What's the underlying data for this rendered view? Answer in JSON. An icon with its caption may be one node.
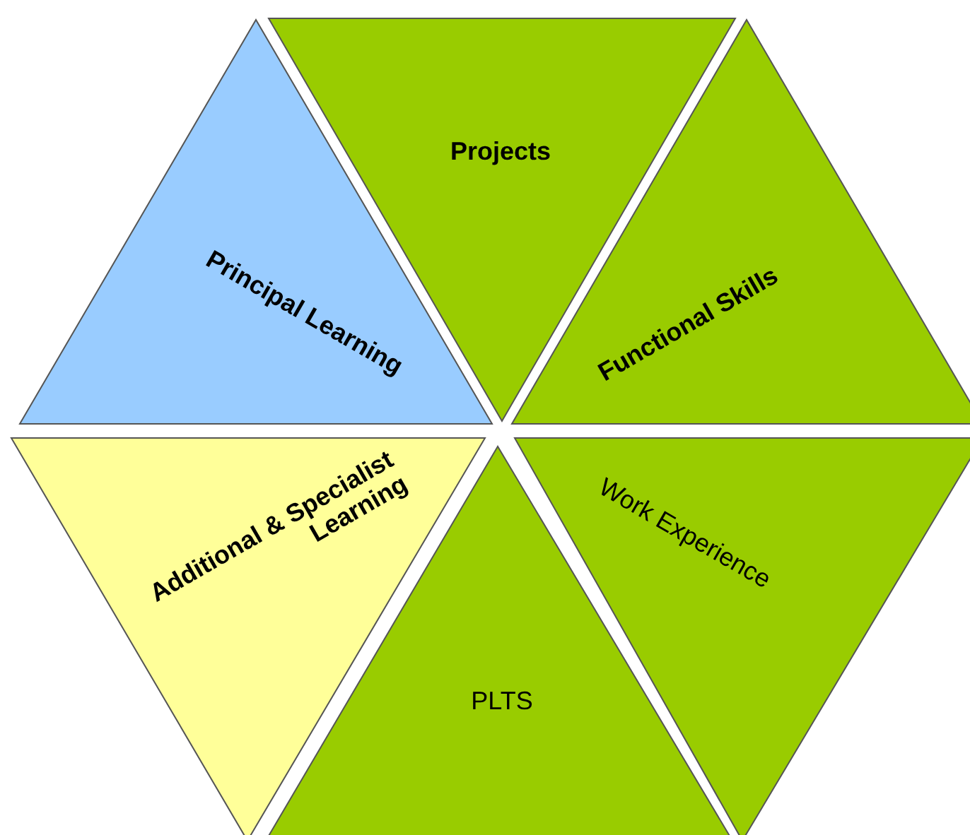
{
  "diagram": {
    "nodes": [
      {
        "text": [
          "Principal Learning"
        ]
      },
      {
        "text": [
          "Projects"
        ]
      },
      {
        "text": [
          "Functional Skills"
        ]
      },
      {
        "text": [
          "Additional & Specialist Learning"
        ]
      },
      {
        "text": [
          "PLTS"
        ]
      },
      {
        "text": [
          "Work Experience"
        ]
      }
    ]
  }
}
